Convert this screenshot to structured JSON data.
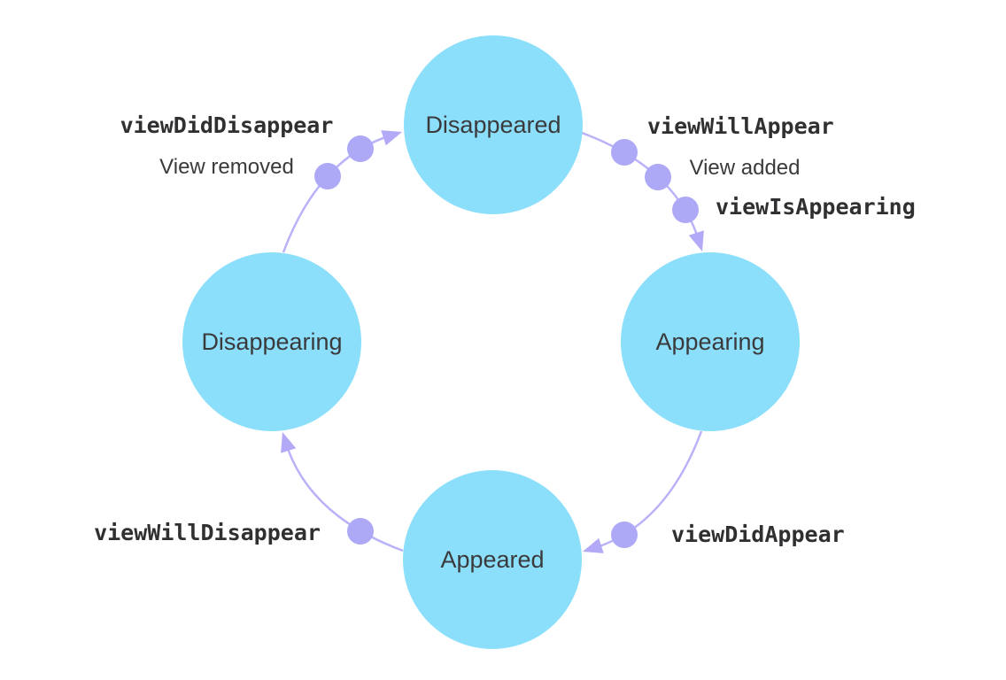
{
  "colors": {
    "background": "#ffffff",
    "node-fill": "#8cdffb",
    "arc-stroke": "#b9b2f9",
    "dot-fill": "#aea9f6",
    "arrow-fill": "#b2a9f7",
    "state-text": "#3a3a3c",
    "code-text": "#303032"
  },
  "states": {
    "disappeared": "Disappeared",
    "appearing": "Appearing",
    "appeared": "Appeared",
    "disappearing": "Disappearing"
  },
  "transitions": {
    "viewWillAppear": "viewWillAppear",
    "viewIsAppearing": "viewIsAppearing",
    "viewDidAppear": "viewDidAppear",
    "viewWillDisappear": "viewWillDisappear",
    "viewDidDisappear": "viewDidDisappear"
  },
  "annotations": {
    "view_added": "View added",
    "view_removed": "View removed"
  }
}
